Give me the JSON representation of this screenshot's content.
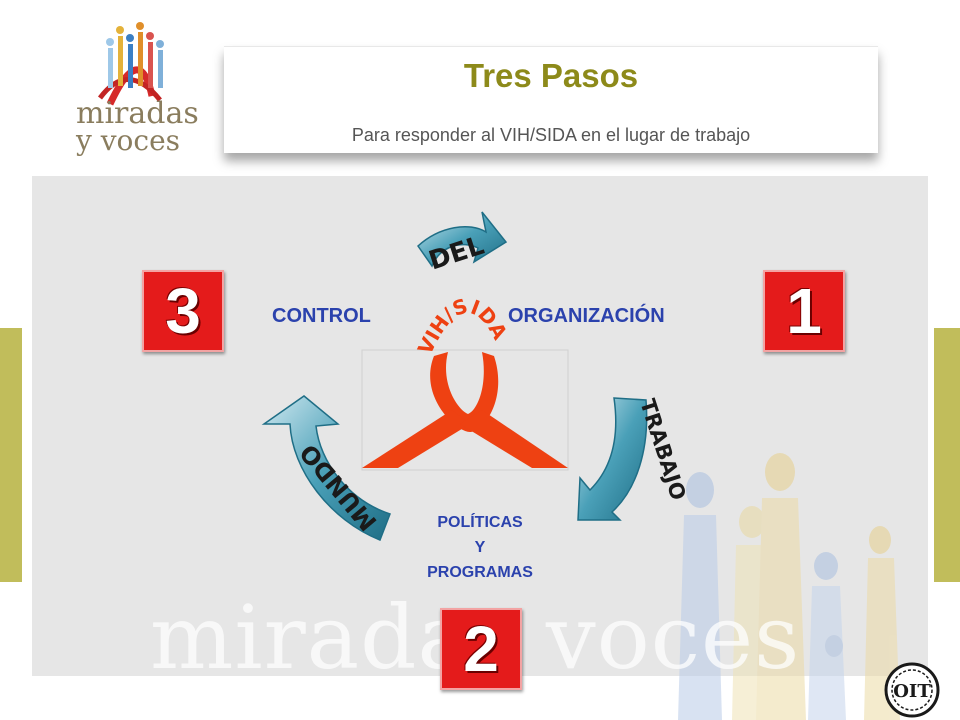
{
  "header": {
    "title": "Tres Pasos",
    "subtitle": "Para  responder al VIH/SIDA en el lugar de trabajo"
  },
  "logo": {
    "line1": "miradas",
    "line2": "y voces"
  },
  "watermark": {
    "text": "miradas  voces"
  },
  "steps": [
    {
      "number": "1",
      "label": "ORGANIZACIÓN"
    },
    {
      "number": "2",
      "label_lines": [
        "POLÍTICAS",
        "Y",
        "PROGRAMAS"
      ]
    },
    {
      "number": "3",
      "label": "CONTROL"
    }
  ],
  "arrows": {
    "del": "DEL",
    "trabajo": "TRABAJO",
    "mundo": "MUNDO",
    "vihsida": "VIH/SIDA"
  },
  "emblem": {
    "text": "OIT"
  },
  "colors": {
    "title": "#8d8a1a",
    "step_box": "#e41b1b",
    "label_blue": "#2b42ad",
    "arrow_teal": "#3b8fa8",
    "ribbon": "#ee4112",
    "olive_bar": "#c1bd5b",
    "panel_gray": "#e6e6e6"
  }
}
